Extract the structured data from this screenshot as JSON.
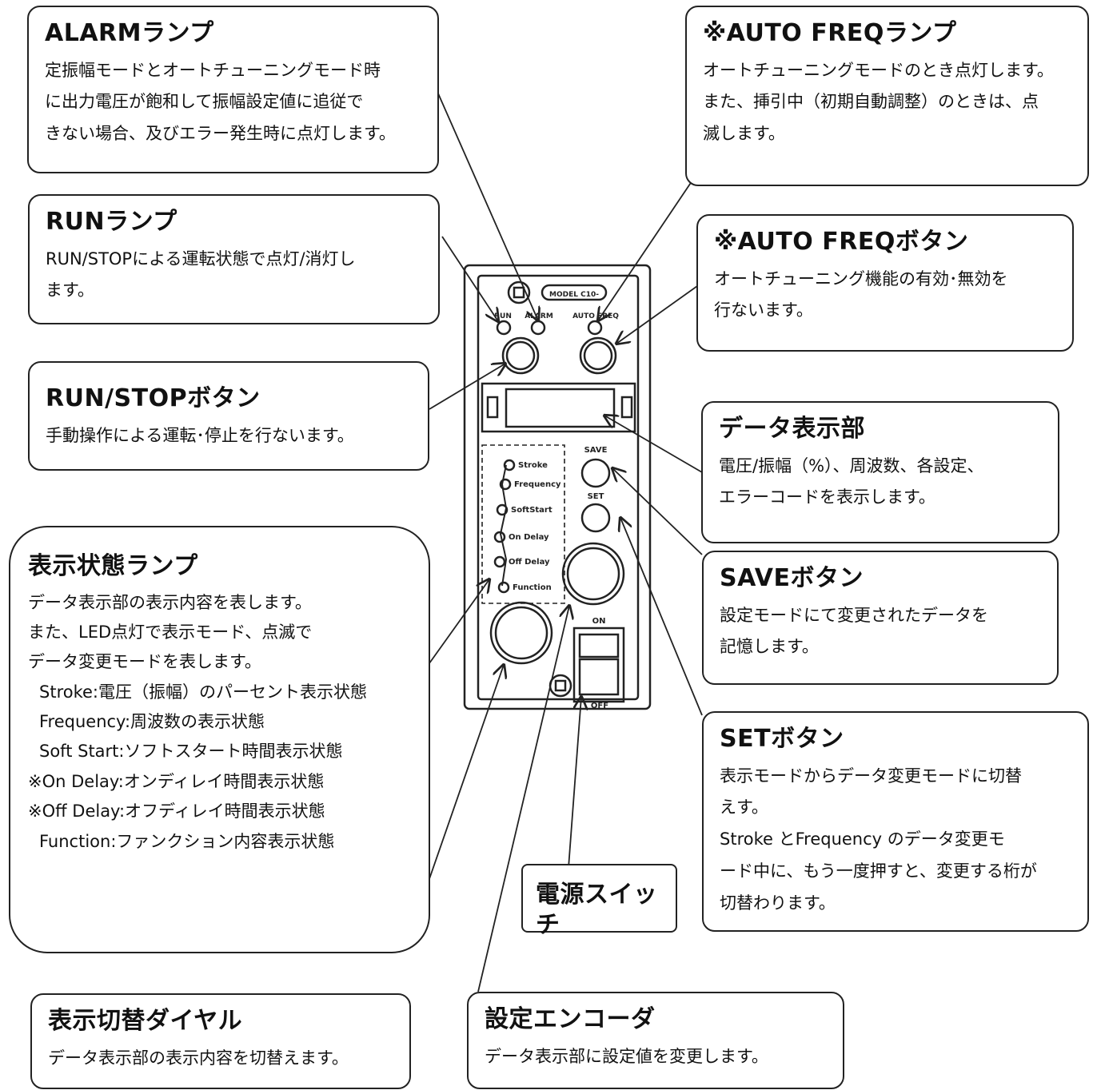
{
  "callouts": {
    "alarm": {
      "title": "ALARMランプ",
      "lines": [
        "定振幅モードとオートチューニングモード時",
        "に出力電圧が飽和して振幅設定値に追従で",
        "きない場合、及びエラー発生時に点灯します。"
      ]
    },
    "auto_freq_lamp": {
      "title": "※AUTO FREQランプ",
      "lines": [
        "オートチューニングモードのとき点灯します。",
        "また、挿引中（初期自動調整）のときは、点",
        "滅します。"
      ]
    },
    "run_lamp": {
      "title": "RUNランプ",
      "lines": [
        "RUN/STOPによる運転状態で点灯/消灯し",
        "ます。"
      ]
    },
    "auto_freq_button": {
      "title": "※AUTO FREQボタン",
      "lines": [
        "オートチューニング機能の有効･無効を",
        "行ないます。"
      ]
    },
    "run_stop_button": {
      "title": "RUN/STOPボタン",
      "lines": [
        "手動操作による運転･停止を行ないます。"
      ]
    },
    "data_display": {
      "title": "データ表示部",
      "lines": [
        "電圧/振幅（%）、周波数、各設定、",
        "エラーコードを表示します。"
      ]
    },
    "display_state_lamp": {
      "title": "表示状態ランプ",
      "lines": [
        "データ表示部の表示内容を表します。",
        "また、LED点灯で表示モード、点滅で",
        "データ変更モードを表します。"
      ],
      "items": [
        " Stroke:電圧（振幅）のパーセント表示状態",
        " Frequency:周波数の表示状態",
        " Soft Start:ソフトスタート時間表示状態",
        "※On Delay:オンディレイ時間表示状態",
        "※Off Delay:オフディレイ時間表示状態",
        " Function:ファンクション内容表示状態"
      ]
    },
    "save_button": {
      "title": "SAVEボタン",
      "lines": [
        "設定モードにて変更されたデータを",
        "記憶します。"
      ]
    },
    "set_button": {
      "title": "SETボタン",
      "lines": [
        "表示モードからデータ変更モードに切替",
        "えす。",
        "Stroke とFrequency のデータ変更モ",
        "ード中に、もう一度押すと、変更する桁が",
        "切替わります。"
      ]
    },
    "power_switch": {
      "title": "電源スイッチ"
    },
    "display_dial": {
      "title": "表示切替ダイヤル",
      "lines": [
        "データ表示部の表示内容を切替えます。"
      ]
    },
    "setting_encoder": {
      "title": "設定エンコーダ",
      "lines": [
        "データ表示部に設定値を変更します。"
      ]
    }
  },
  "device": {
    "model": "MODEL C10-",
    "run": "RUN",
    "alarm": "ALARM",
    "auto_freq": "AUTO FREQ",
    "save": "SAVE",
    "set": "SET",
    "on": "ON",
    "off": "OFF",
    "indicators": [
      "Stroke",
      "Frequency",
      "SoftStart",
      "On Delay",
      "Off Delay",
      "Function"
    ]
  }
}
